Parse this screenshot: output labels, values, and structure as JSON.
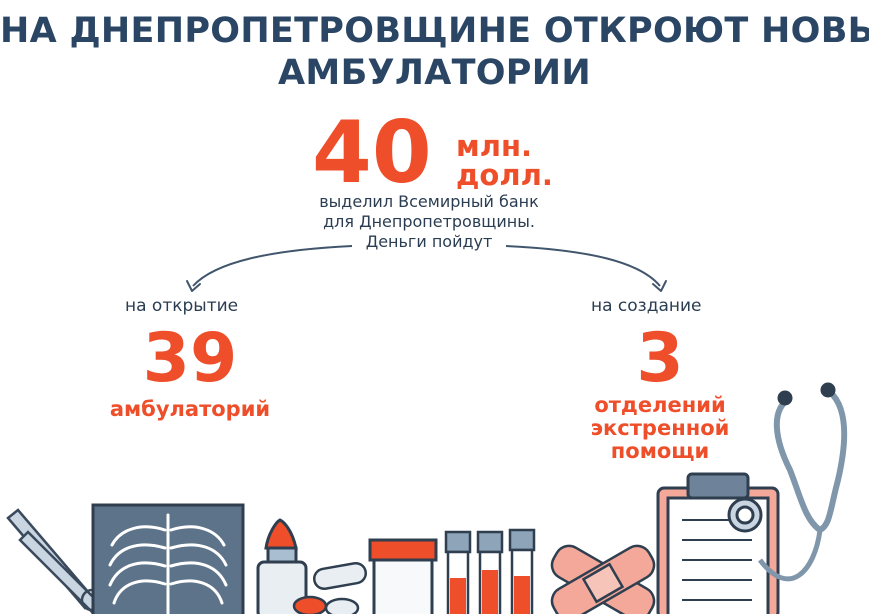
{
  "title": {
    "line1": "НА ДНЕПРОПЕТРОВЩИНЕ ОТКРОЮТ НОВЫЕ",
    "line2": "АМБУЛАТОРИИ"
  },
  "funding": {
    "amount": "40",
    "unit_line1": "млн.",
    "unit_line2": "долл.",
    "desc_line1": "выделил Всемирный банк",
    "desc_line2": "для Днепропетровщины.",
    "desc_line3": "Деньги пойдут"
  },
  "left": {
    "caption": "на открытие",
    "number": "39",
    "label": "амбулаторий"
  },
  "right": {
    "caption": "на создание",
    "number": "3",
    "label_line1": "отделений",
    "label_line2": "экстренной",
    "label_line3": "помощи"
  },
  "colors": {
    "accent": "#ee4e29",
    "title": "#2a4664",
    "text": "#2b3d52"
  },
  "icons": [
    "forceps-icon",
    "xray-icon",
    "dropper-bottle-icon",
    "pills-icon",
    "jar-icon",
    "test-tubes-icon",
    "bandage-icon",
    "clipboard-icon",
    "stethoscope-icon"
  ]
}
